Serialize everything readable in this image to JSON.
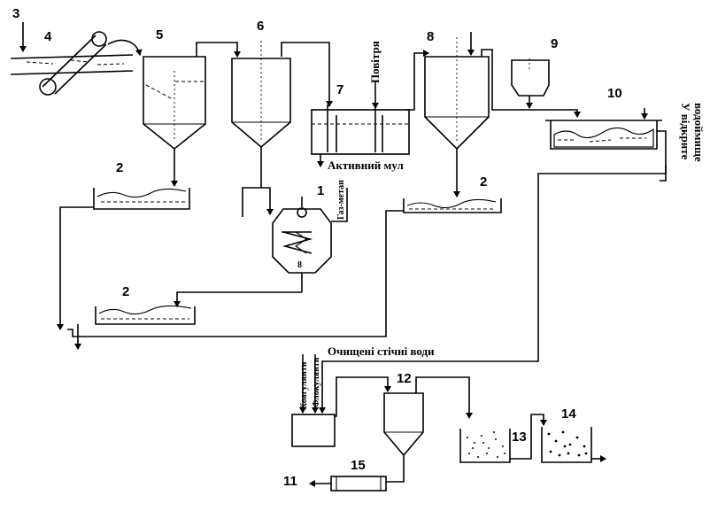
{
  "labels": {
    "n1": "1",
    "n2a": "2",
    "n2b": "2",
    "n2c": "2",
    "n3": "3",
    "n4": "4",
    "n5": "5",
    "n6": "6",
    "n7": "7",
    "n8": "8",
    "n9": "9",
    "n10": "10",
    "n11": "11",
    "n12": "12",
    "n13": "13",
    "n14": "14",
    "n15": "15",
    "air": "Повітря",
    "active_sludge": "Активний мул",
    "gas_methane": "Газ-метан",
    "treated_water": "Очищені стічні води",
    "open_water_1": "У відкрите",
    "open_water_2": "водоймище",
    "coagulants": "Коагулянти",
    "flocculants": "Флокулянти"
  }
}
